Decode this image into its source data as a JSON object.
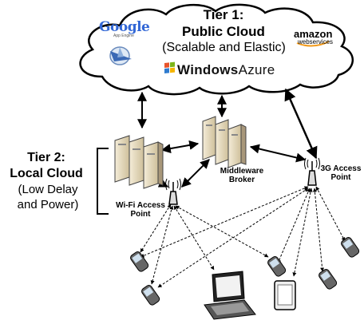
{
  "tier1": {
    "title": "Tier 1:",
    "subtitle": "Public Cloud",
    "description": "(Scalable and Elastic)"
  },
  "tier2": {
    "title": "Tier 2:",
    "subtitle": "Local Cloud",
    "description_line1": "(Low Delay",
    "description_line2": "and Power)"
  },
  "logos": {
    "google": "Google",
    "google_sub": "App Engine",
    "amazon": "amazon",
    "amazon_sub": "webservices",
    "azure_1": "Windows",
    "azure_2": "Azure"
  },
  "nodes": {
    "middleware_line1": "Middleware",
    "middleware_line2": "Broker",
    "wifi_line1": "Wi-Fi Access",
    "wifi_line2": "Point",
    "g3_line1": "3G Access",
    "g3_line2": "Point"
  },
  "colors": {
    "google_blue": "#3267d6",
    "google_red": "#d62d20",
    "google_yellow": "#f2b61d",
    "google_green": "#3aa757",
    "amazon_orange": "#f29a1a",
    "azure_blue": "#2e7bcf",
    "server_beige": "#e8dcc0"
  }
}
